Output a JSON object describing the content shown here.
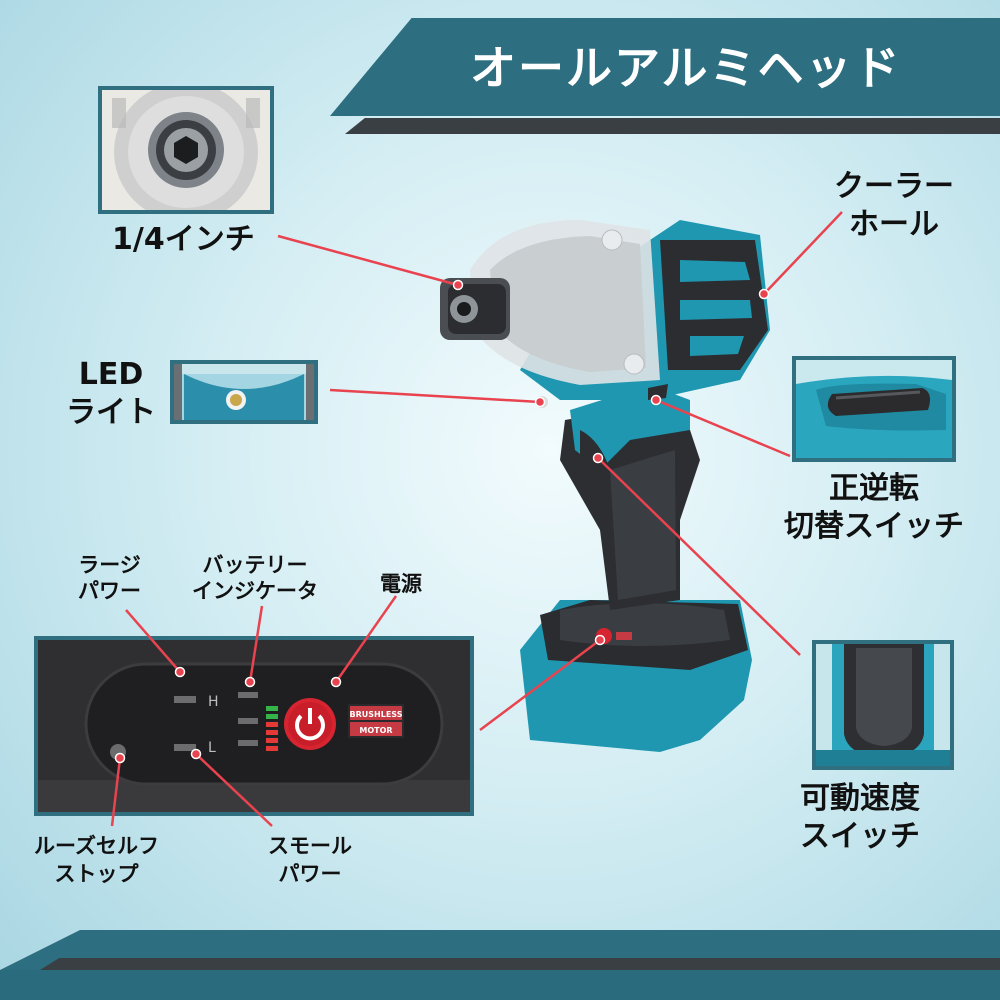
{
  "title": "オールアルミヘッド",
  "callouts": {
    "quarter_inch": "1/4インチ",
    "cooler_hole": [
      "クーラー",
      "ホール"
    ],
    "led_light": [
      "LED",
      "ライト"
    ],
    "fwd_rev_switch": [
      "正逆転",
      "切替スイッチ"
    ],
    "large_power": [
      "ラージ",
      "パワー"
    ],
    "battery_indicator": [
      "バッテリー",
      "インジケータ"
    ],
    "power": "電源",
    "variable_speed": [
      "可動速度",
      "スイッチ"
    ],
    "loose_self_stop": [
      "ルーズセルフ",
      "ストップ"
    ],
    "small_power": [
      "スモール",
      "パワー"
    ]
  },
  "panel": {
    "high": "H",
    "low": "L",
    "badge_line1": "BRUSHLESS",
    "badge_line2": "MOTOR"
  },
  "colors": {
    "band": "#2d6f80",
    "band_shadow": "#3a3f44",
    "teal_body": "#1e8fa8",
    "callout_red": "#e8434f",
    "power_button": "#d62431"
  }
}
